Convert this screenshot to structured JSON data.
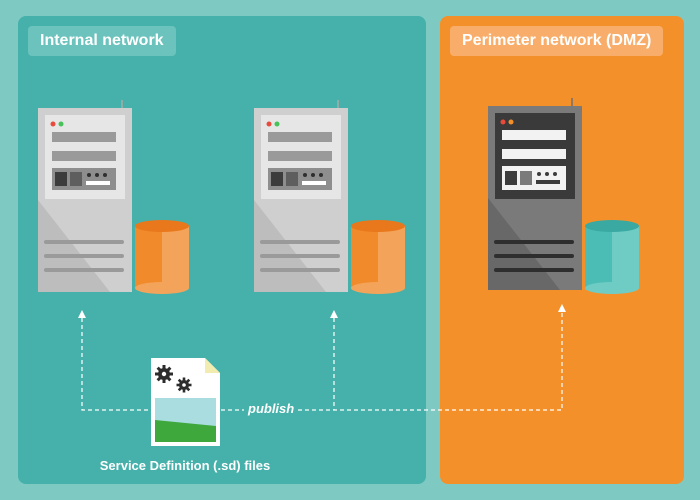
{
  "zones": {
    "internal": {
      "title": "Internal network"
    },
    "dmz": {
      "title": "Perimeter network (DMZ)"
    }
  },
  "servers": [
    {
      "zone": "internal",
      "name": "server",
      "db_color": "#f08a2b"
    },
    {
      "zone": "internal",
      "name": "server",
      "db_color": "#f08a2b"
    },
    {
      "zone": "dmz",
      "name": "server",
      "db_color": "#4bbdb5"
    }
  ],
  "connector": {
    "label": "publish",
    "style": "dashed",
    "color": "#ffffff"
  },
  "file": {
    "caption": "Service Definition (.sd) files",
    "icon": "gear-icon"
  },
  "colors": {
    "background": "#7fc9c3",
    "internal": "#45b1aa",
    "dmz": "#f49029",
    "accent_red": "#e84b3c",
    "accent_green": "#48c15a"
  }
}
